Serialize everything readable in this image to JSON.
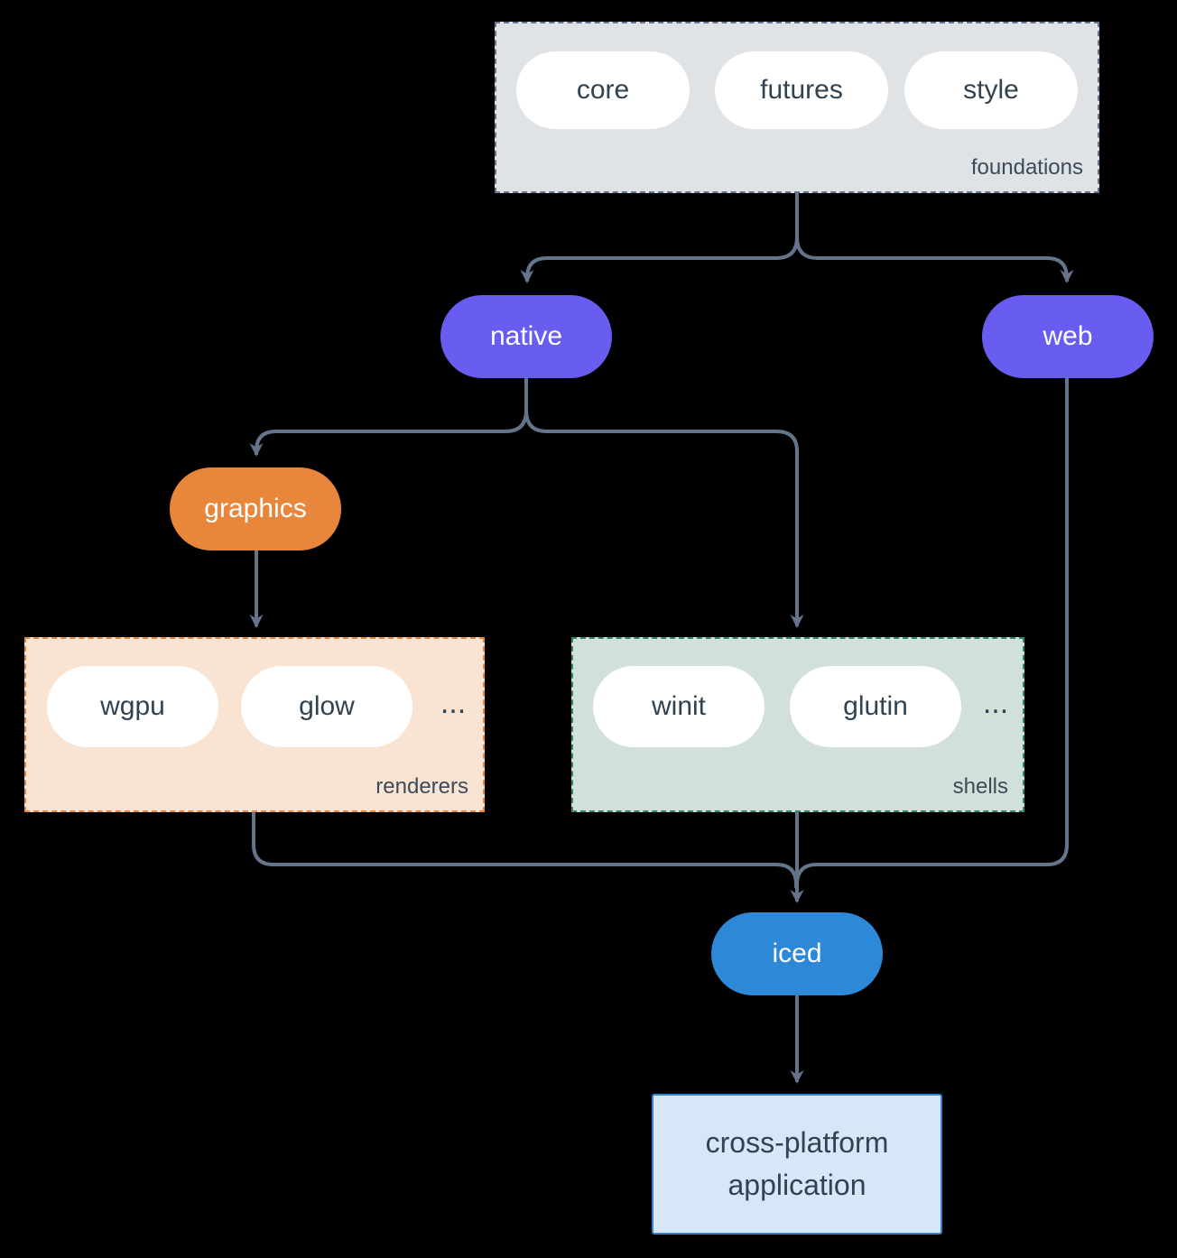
{
  "colors": {
    "bg": "#000000",
    "line": "#64748b",
    "text-dark": "#314251",
    "label": "#3d4a59",
    "purple": "#695cf0",
    "orange": "#e8873c",
    "blue": "#2d89d8",
    "foundations-bg": "#dfe3e6",
    "foundations-border": "#64748b",
    "renderers-bg": "#f9e3d2",
    "renderers-border": "#e8873c",
    "shells-bg": "#d2e0da",
    "shells-border": "#2e8573",
    "app-bg": "#d8e7f8",
    "app-border": "#3583cc",
    "pill-bg": "#ffffff",
    "pill-text-light": "#ffffff"
  },
  "diagram": {
    "foundations": {
      "label": "foundations",
      "pills": [
        "core",
        "futures",
        "style"
      ]
    },
    "native": {
      "label": "native"
    },
    "web": {
      "label": "web"
    },
    "graphics": {
      "label": "graphics"
    },
    "renderers": {
      "label": "renderers",
      "pills": [
        "wgpu",
        "glow"
      ],
      "ellipsis": "..."
    },
    "shells": {
      "label": "shells",
      "pills": [
        "winit",
        "glutin"
      ],
      "ellipsis": "..."
    },
    "iced": {
      "label": "iced"
    },
    "application": {
      "line1": "cross-platform",
      "line2": "application"
    }
  }
}
